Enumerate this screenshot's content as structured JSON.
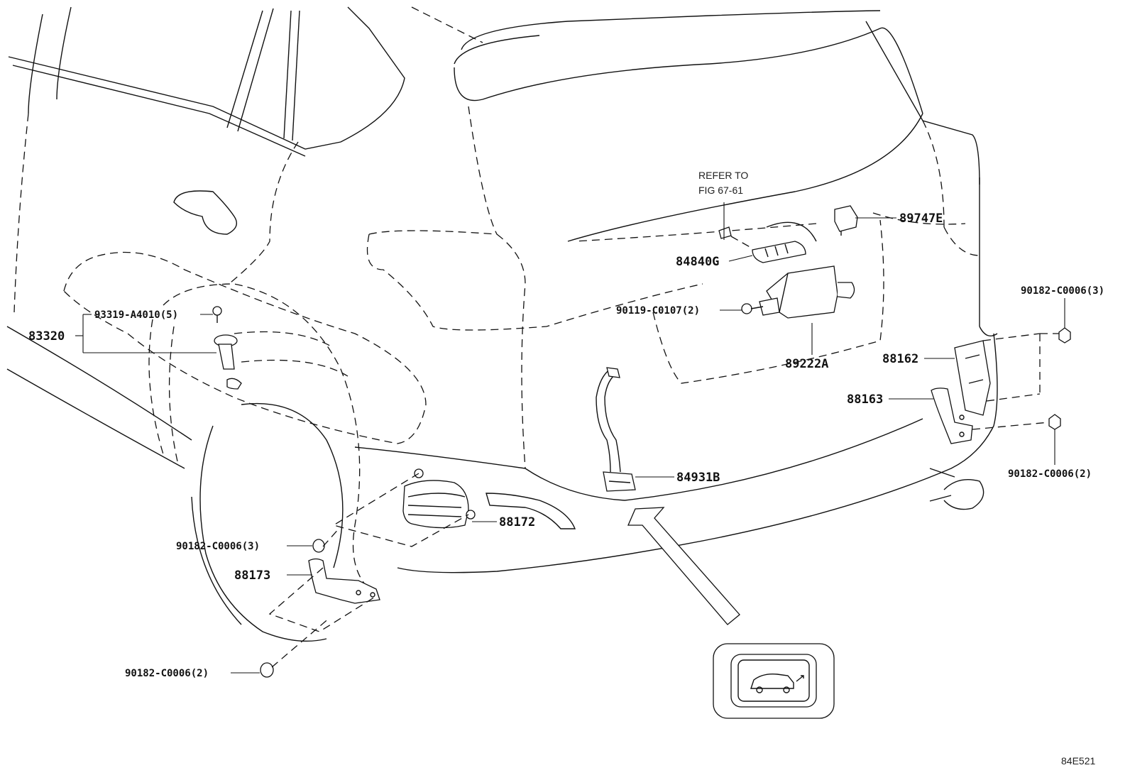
{
  "callouts": {
    "p83320": "83320",
    "p93319": "93319-A4010(5)",
    "p84840g": "84840G",
    "p89747e": "89747E",
    "p90119": "90119-C0107(2)",
    "p89222a": "89222A",
    "p90182_r3": "90182-C0006(3)",
    "p88162": "88162",
    "p88163": "88163",
    "p90182_r2": "90182-C0006(2)",
    "p84931b": "84931B",
    "p88172": "88172",
    "p90182_l3": "90182-C0006(3)",
    "p88173": "88173",
    "p90182_l2": "90182-C0006(2)"
  },
  "reference": {
    "line1": "REFER TO",
    "line2": "FIG 67-61"
  },
  "figure_id": "84E521",
  "icons": {
    "switch_symbol": "car-back-door-icon"
  }
}
